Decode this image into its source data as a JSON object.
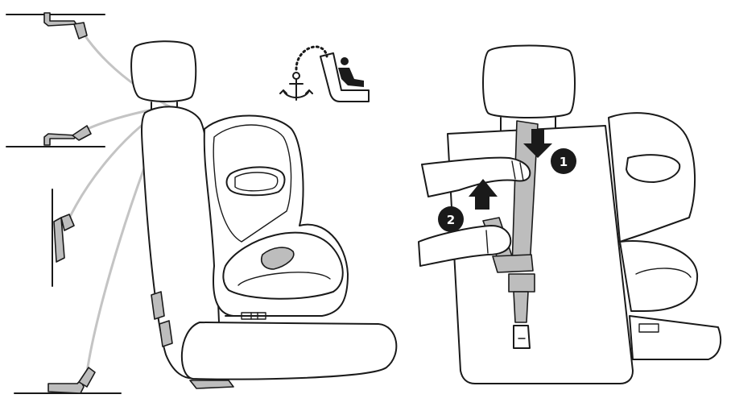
{
  "steps": [
    {
      "number": "1",
      "direction": "down"
    },
    {
      "number": "2",
      "direction": "up"
    }
  ],
  "icons": {
    "anchor": "anchor-icon",
    "top_tether_child_seat": "child-seat-tether-icon"
  },
  "colors": {
    "line": "#1a1a1a",
    "strap": "#bdbdbd",
    "tether_path": "#c4c4c4",
    "badge": "#1a1a1a"
  }
}
